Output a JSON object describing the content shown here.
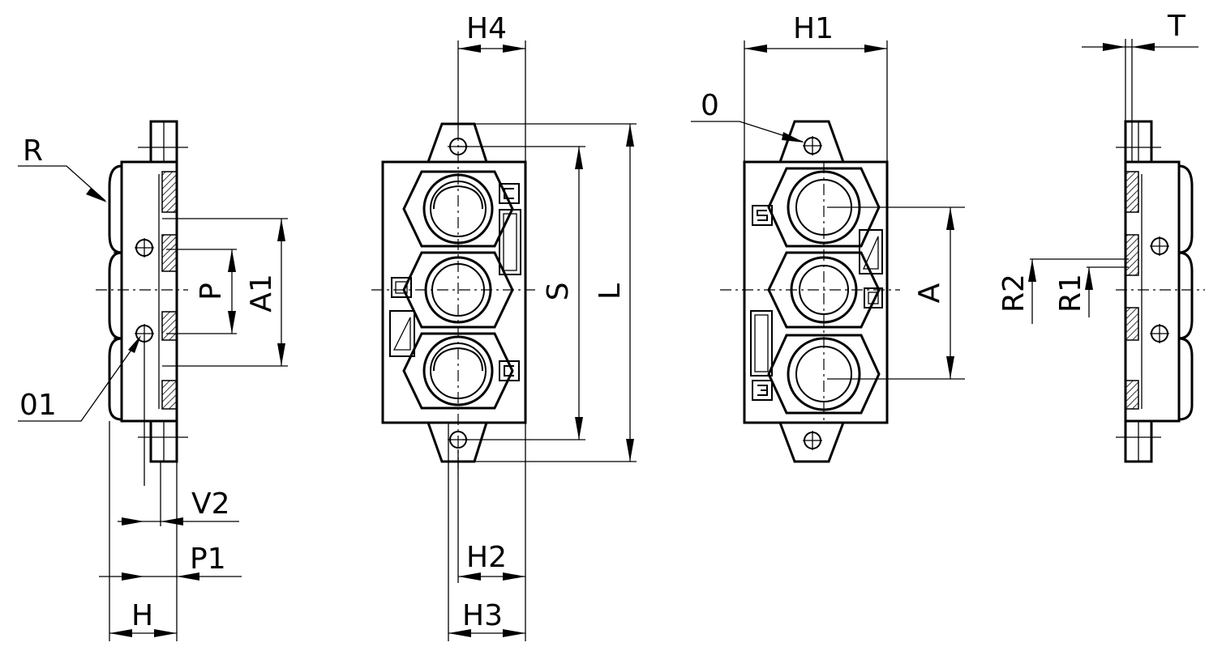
{
  "labels": {
    "R": "R",
    "O1": "01",
    "P": "P",
    "A1": "A1",
    "V2": "V2",
    "P1": "P1",
    "H": "H",
    "H4": "H4",
    "S": "S",
    "L": "L",
    "H2": "H2",
    "H3": "H3",
    "H1": "H1",
    "O": "0",
    "A": "A",
    "T": "T",
    "R2": "R2",
    "R1": "R1"
  },
  "icons": [
    "mounting-hole-icon",
    "port-hex-nut-icon",
    "marking-symbol-icon"
  ]
}
